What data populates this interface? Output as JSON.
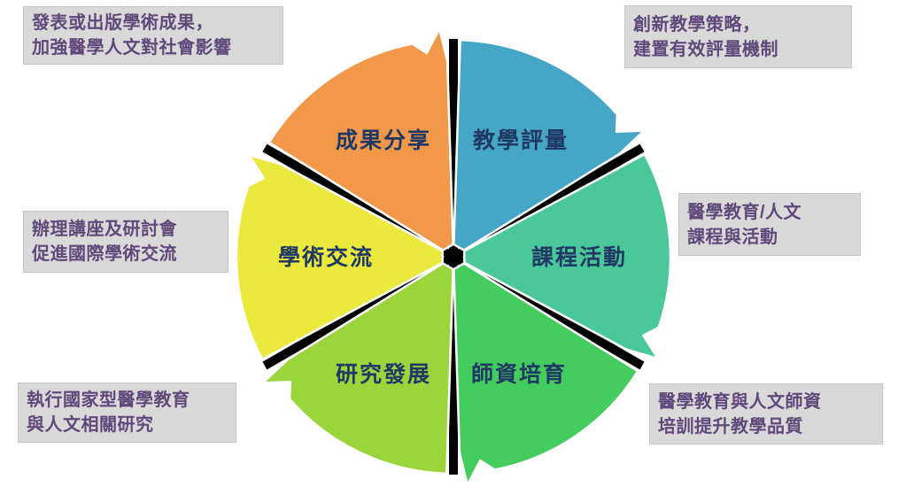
{
  "colors": {
    "background": "#FFFFFF",
    "divider_line": "#000000",
    "wedge_outline": "#FFFFFF",
    "wedge_label_text": "#1F3864",
    "note_background": "#D9D9D9",
    "note_text": "#5F497A"
  },
  "wedges": [
    {
      "label": "教學評量",
      "color": "#46A6C5",
      "note_line1": "創新教學策略，",
      "note_line2": "建置有效評量機制"
    },
    {
      "label": "課程活動",
      "color": "#4BC89A",
      "note_line1": "醫學教育/人文",
      "note_line2": "課程與活動"
    },
    {
      "label": "師資培育",
      "color": "#44CC5E",
      "note_line1": "醫學教育與人文師資",
      "note_line2": "培訓提升教學品質"
    },
    {
      "label": "研究發展",
      "color": "#9AD53C",
      "note_line1": "執行國家型醫學教育",
      "note_line2": "與人文相關研究"
    },
    {
      "label": "學術交流",
      "color": "#EBE83E",
      "note_line1": "辦理講座及研討會",
      "note_line2": "促進國際學術交流"
    },
    {
      "label": "成果分享",
      "color": "#F2984B",
      "note_line1": "發表或出版學術成果，",
      "note_line2": "加強醫學人文對社會影響"
    }
  ]
}
